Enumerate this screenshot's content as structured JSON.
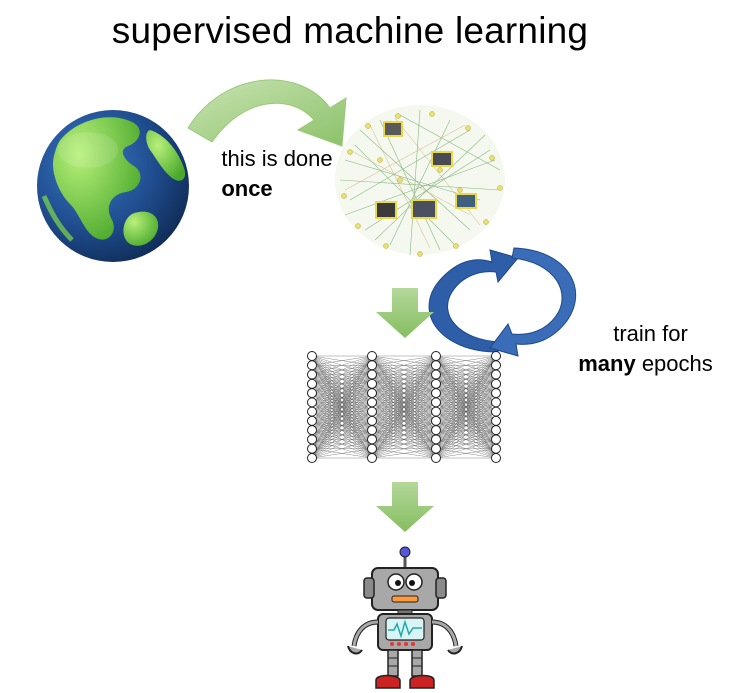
{
  "title": "supervised machine learning",
  "labels": {
    "once_line1": "this is done",
    "once_line2": "once",
    "train_line1": "train for",
    "train_bold": "many",
    "train_rest": " epochs"
  },
  "icons": {
    "world": "globe-icon",
    "data": "dataset-network-graph-icon",
    "model": "neural-network-icon",
    "result": "robot-icon"
  },
  "colors": {
    "green_arrow": "#9bc97a",
    "green_arrow_light": "#c8e3b2",
    "blue_cycle": "#2f5ea8",
    "blue_cycle_light": "#5b8ad1",
    "globe_ocean": "#1e4a8a",
    "globe_land": "#7fd84a"
  }
}
